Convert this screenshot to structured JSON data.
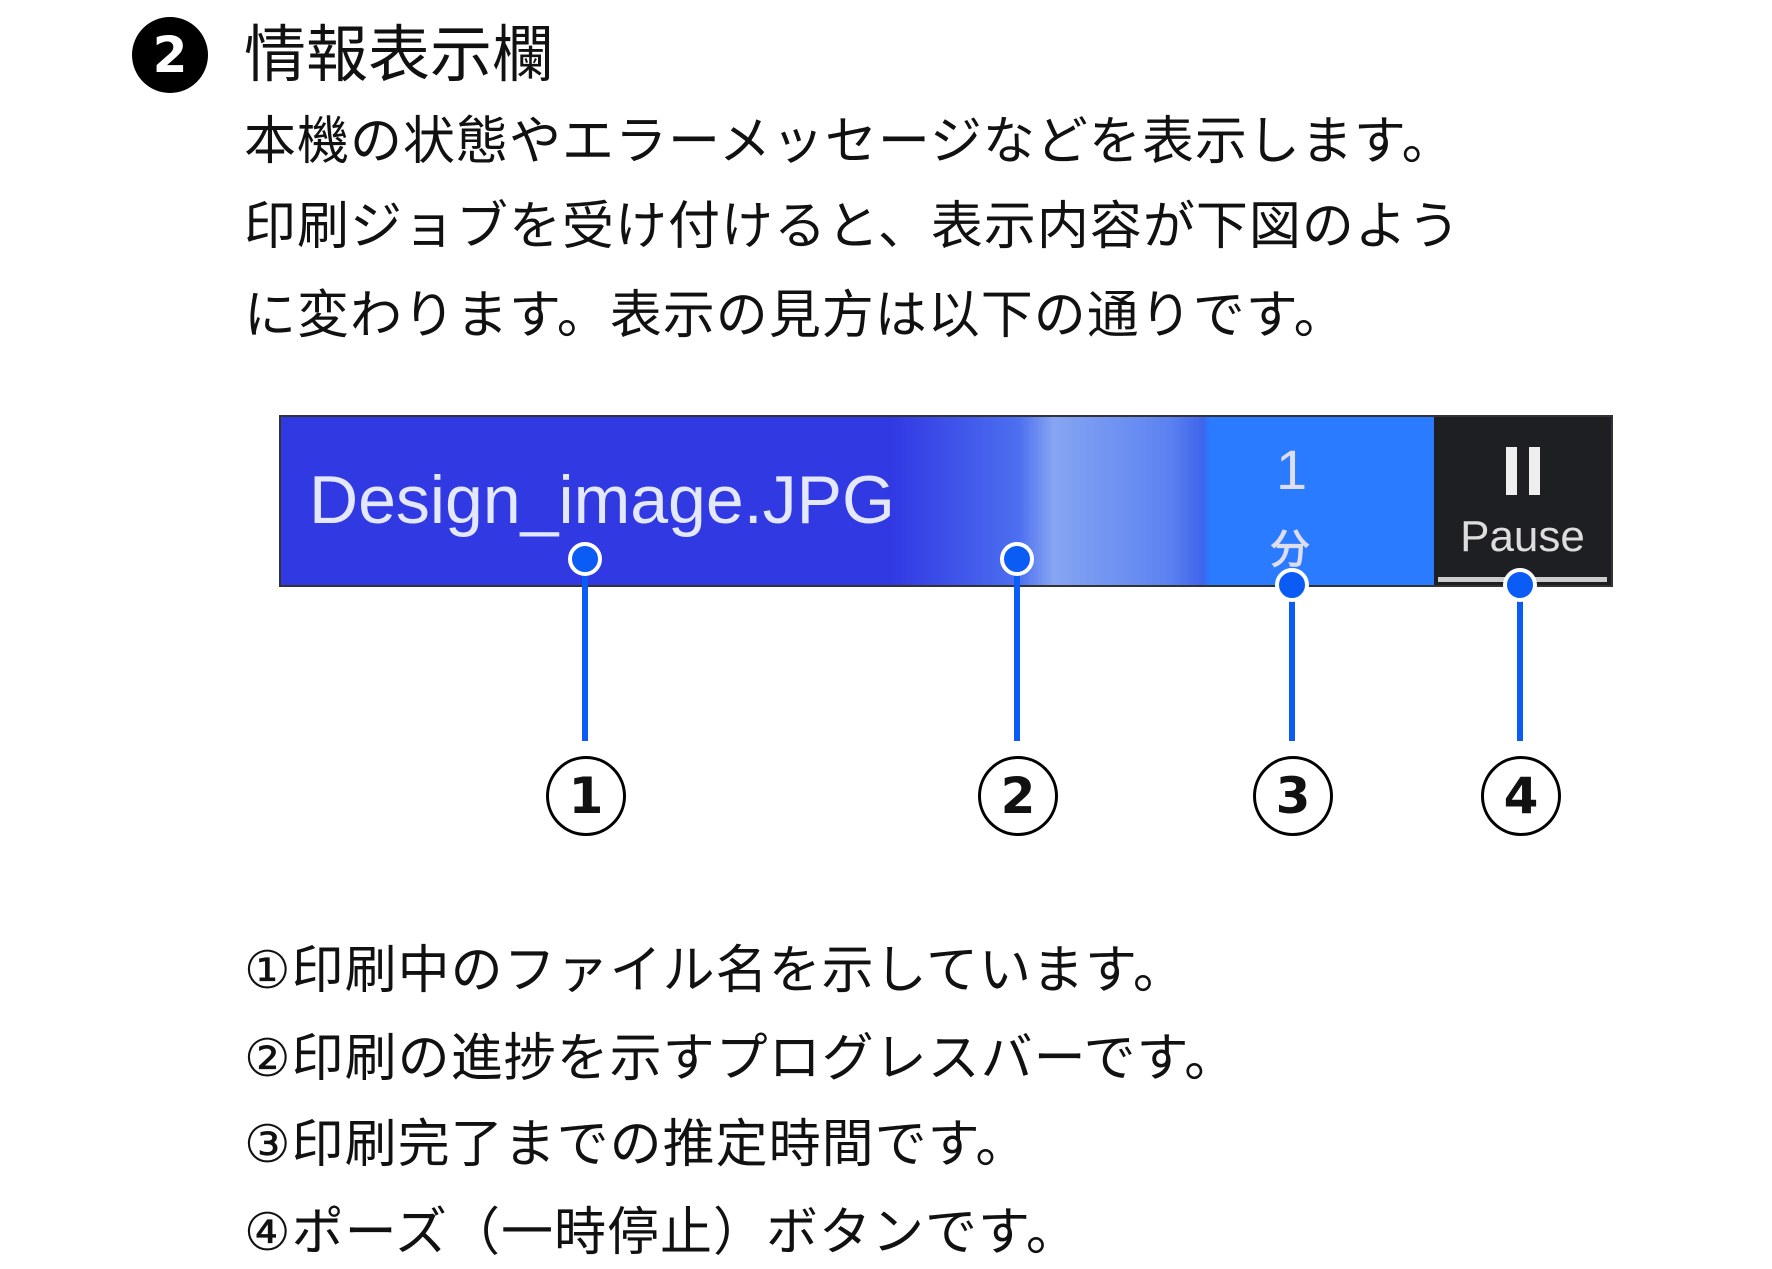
{
  "section": {
    "number": "2",
    "title": "情報表示欄"
  },
  "description": [
    "本機の状態やエラーメッセージなどを表示します。",
    "印刷ジョブを受け付けると、表示内容が下図のよう",
    "に変わります。表示の見方は以下の通りです。"
  ],
  "panel": {
    "filename": "Design_image.JPG",
    "time_value": "1",
    "time_unit": "分",
    "pause_label": "Pause",
    "progress_percent": 80,
    "colors": {
      "bar": "#3139e3",
      "accent": "#2a7bff",
      "pause_bg": "#1e1f22",
      "callout": "#0a5cf5"
    }
  },
  "callouts": [
    "1",
    "2",
    "3",
    "4"
  ],
  "legend": [
    "①印刷中のファイル名を示しています。",
    "②印刷の進捗を示すプログレスバーです。",
    "③印刷完了までの推定時間です。",
    "④ポーズ（一時停止）ボタンです。"
  ]
}
